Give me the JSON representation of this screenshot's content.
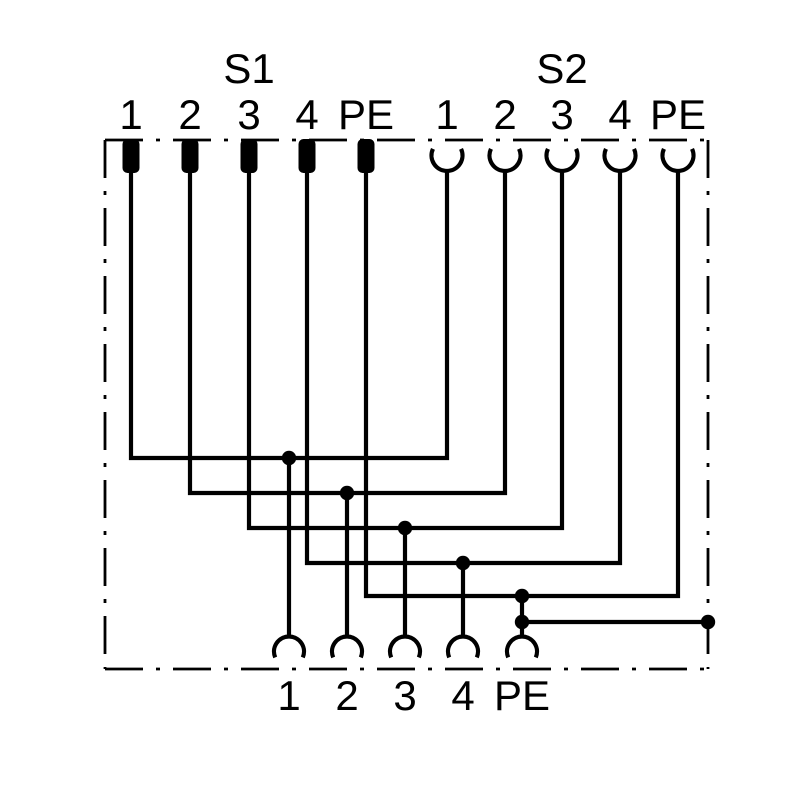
{
  "diagram": {
    "kind": "connector-wiring-schematic",
    "background_color": "#ffffff",
    "line_color": "#000000",
    "connectors": {
      "s1": {
        "label": "S1",
        "contact_style": "male-pin",
        "pin_labels": [
          "1",
          "2",
          "3",
          "4",
          "PE"
        ]
      },
      "s2": {
        "label": "S2",
        "contact_style": "female-socket",
        "pin_labels": [
          "1",
          "2",
          "3",
          "4",
          "PE"
        ]
      },
      "main": {
        "label": "",
        "contact_style": "female-socket",
        "pin_labels": [
          "1",
          "2",
          "3",
          "4",
          "PE"
        ]
      }
    },
    "connections": [
      {
        "from": "S1.1",
        "to": "S2.1",
        "tap": "main.1",
        "bonded_to_enclosure": false
      },
      {
        "from": "S1.2",
        "to": "S2.2",
        "tap": "main.2",
        "bonded_to_enclosure": false
      },
      {
        "from": "S1.3",
        "to": "S2.3",
        "tap": "main.3",
        "bonded_to_enclosure": false
      },
      {
        "from": "S1.4",
        "to": "S2.4",
        "tap": "main.4",
        "bonded_to_enclosure": false
      },
      {
        "from": "S1.PE",
        "to": "S2.PE",
        "tap": "main.PE",
        "bonded_to_enclosure": true
      }
    ],
    "enclosure": {
      "style": "dash-dot",
      "meaning": "housing / shield boundary"
    }
  }
}
